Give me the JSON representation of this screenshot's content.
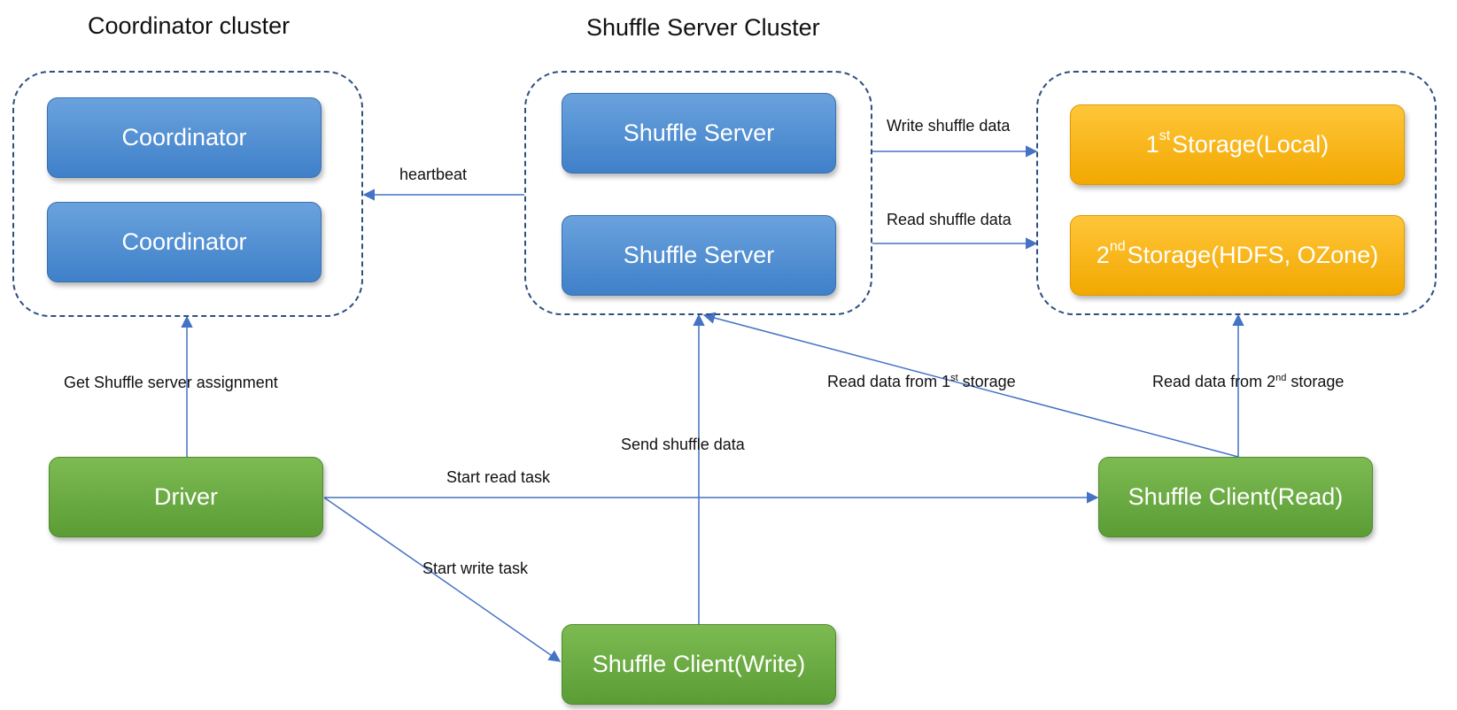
{
  "titles": {
    "coordinator_cluster": "Coordinator cluster",
    "shuffle_server_cluster": "Shuffle Server Cluster"
  },
  "nodes": {
    "coordinator_1": "Coordinator",
    "coordinator_2": "Coordinator",
    "shuffle_server_1": "Shuffle Server",
    "shuffle_server_2": "Shuffle Server",
    "storage_1": {
      "ordinal": "1",
      "suffix": "st",
      "text": "Storage(Local)"
    },
    "storage_2": {
      "ordinal": "2",
      "suffix": "nd",
      "text": "Storage(HDFS, OZone)"
    },
    "driver": "Driver",
    "client_read": "Shuffle Client(Read)",
    "client_write": "Shuffle Client(Write)"
  },
  "edges": {
    "heartbeat": "heartbeat",
    "write_shuffle_data": "Write shuffle data",
    "read_shuffle_data": "Read shuffle data",
    "get_assignment": "Get Shuffle server assignment",
    "send_shuffle_data": "Send shuffle data",
    "start_read_task": "Start read task",
    "start_write_task": "Start write task",
    "read_from_1st": {
      "prefix": "Read data from 1",
      "suffix": "st",
      "rest": " storage"
    },
    "read_from_2nd": {
      "prefix": "Read data from 2",
      "suffix": "nd",
      "rest": " storage"
    }
  },
  "colors": {
    "blue": "#4a8ad4",
    "orange": "#f9b800",
    "green": "#6aac43",
    "arrow": "#4472c4",
    "cluster_border": "#2f4f80"
  }
}
